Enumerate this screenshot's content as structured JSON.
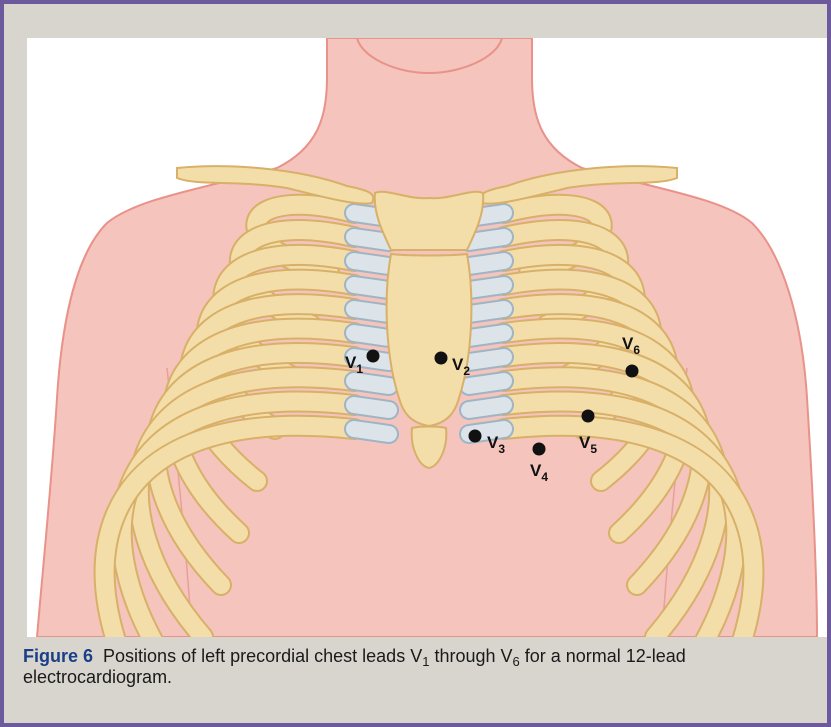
{
  "caption": {
    "figure_label": "Figure 6",
    "text_before": "Positions of left precordial chest leads V",
    "sub_first": "1",
    "text_middle": " through V",
    "sub_last": "6",
    "text_after": " for a normal 12-lead electrocardiogram."
  },
  "leads": [
    {
      "id": "V1",
      "letter": "V",
      "sub": "1"
    },
    {
      "id": "V2",
      "letter": "V",
      "sub": "2"
    },
    {
      "id": "V3",
      "letter": "V",
      "sub": "3"
    },
    {
      "id": "V4",
      "letter": "V",
      "sub": "4"
    },
    {
      "id": "V5",
      "letter": "V",
      "sub": "5"
    },
    {
      "id": "V6",
      "letter": "V",
      "sub": "6"
    }
  ],
  "colors": {
    "skin": "#f4c4bd",
    "skin_outline": "#e8928a",
    "bone": "#f3deaa",
    "bone_outline": "#d8b068",
    "cartilage": "#dce4ea",
    "cartilage_outline": "#9fb4c4",
    "electrode": "#111111"
  }
}
